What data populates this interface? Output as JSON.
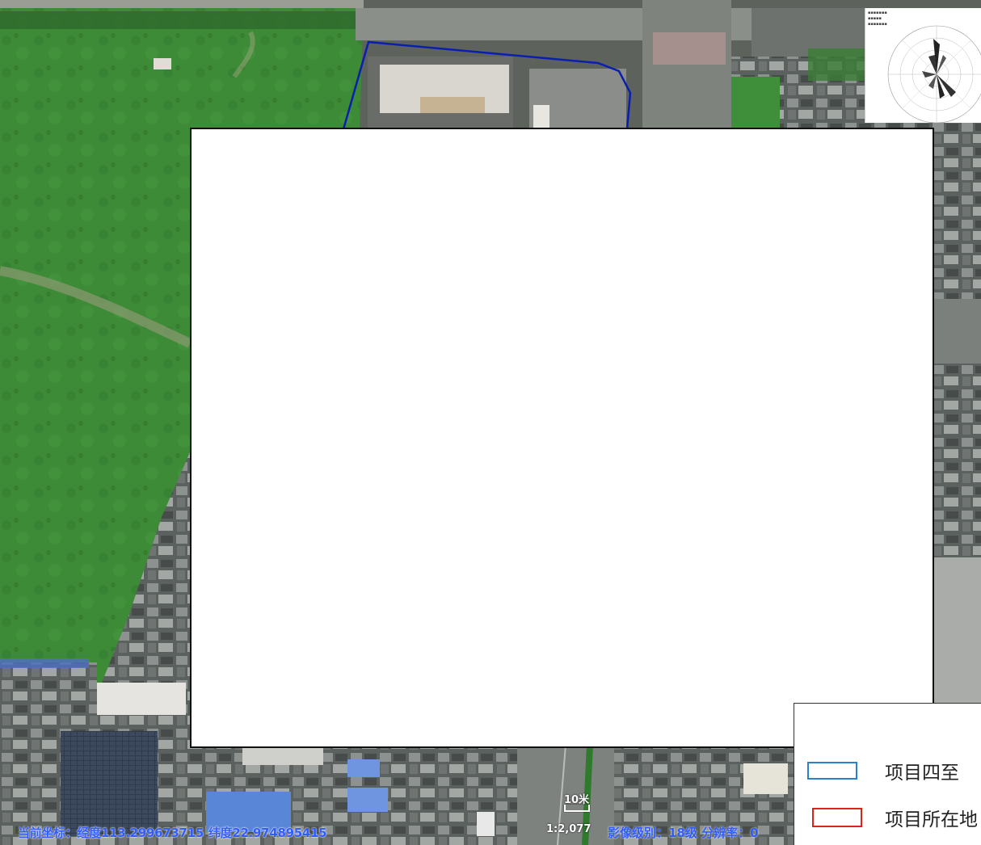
{
  "status": {
    "coord_prefix": "当前坐标：",
    "lon_label": "经度",
    "lon_value": "113.299673715",
    "lat_label": "纬度",
    "lat_value": "22.974895415",
    "scale_ratio": "1:2,077",
    "level": "影像级别：18级",
    "resolution": "分辨率：0"
  },
  "scalebar": {
    "label": "10米"
  },
  "legend": {
    "items": [
      {
        "label": "项目四至",
        "color": "#2a7fd0"
      },
      {
        "label": "项目所在地",
        "color": "#d8241c"
      }
    ]
  },
  "colors": {
    "boundary": "#0a1fb0",
    "grass": "#3f8f3a",
    "road": "#8a8f88",
    "building": "#6d7070"
  }
}
